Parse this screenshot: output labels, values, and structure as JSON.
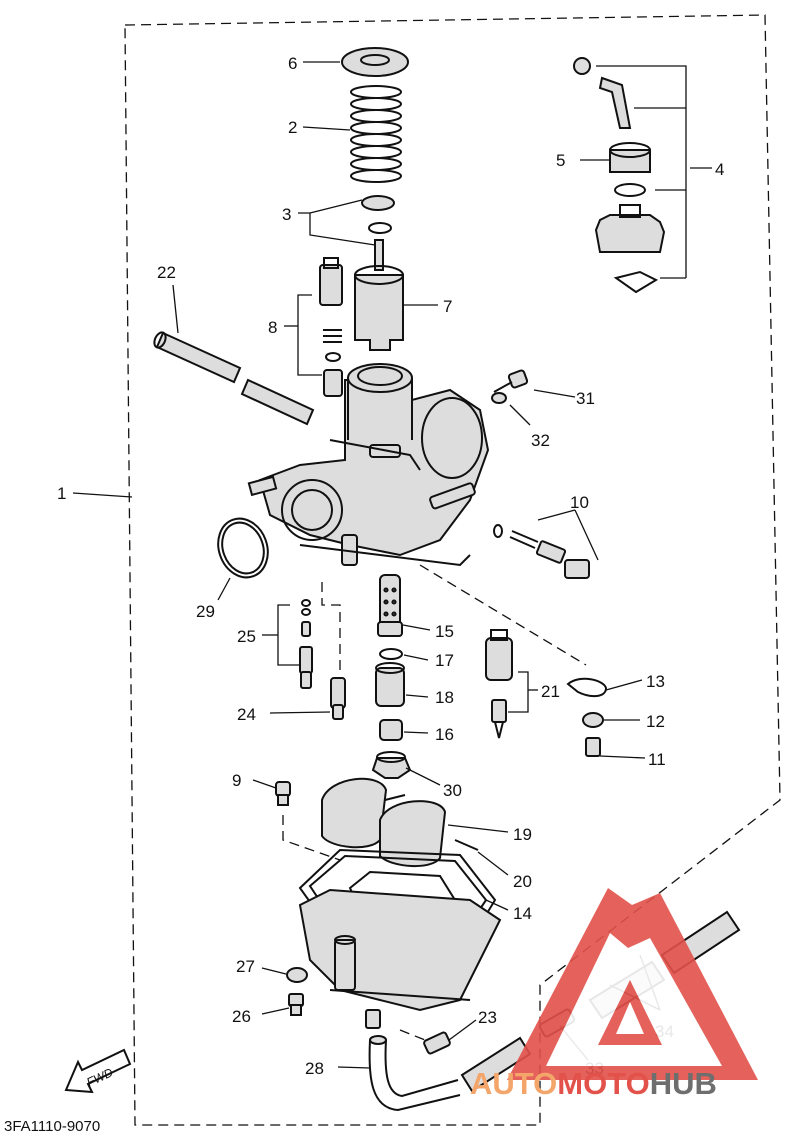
{
  "diagram": {
    "part_numbers": [
      "1",
      "2",
      "3",
      "4",
      "5",
      "6",
      "7",
      "8",
      "9",
      "10",
      "11",
      "12",
      "13",
      "14",
      "15",
      "16",
      "17",
      "18",
      "19",
      "20",
      "21",
      "22",
      "23",
      "24",
      "25",
      "26",
      "27",
      "28",
      "29",
      "30",
      "31",
      "32",
      "33",
      "34"
    ],
    "fwd_label": "FWD",
    "code_label": "3FA1110-9070"
  },
  "watermark": {
    "part_a": "AUTO",
    "part_b": "MOTO",
    "part_c": "HUB",
    "color_orange": "#f3a56a",
    "color_red": "#e2524a",
    "color_gray": "#6e6e6e"
  }
}
